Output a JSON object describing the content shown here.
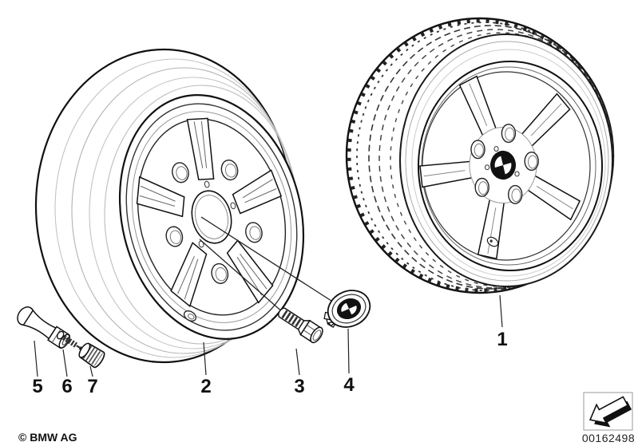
{
  "callouts": {
    "c1": "1",
    "c2": "2",
    "c3": "3",
    "c4": "4",
    "c5": "5",
    "c6": "6",
    "c7": "7"
  },
  "footer": {
    "copyright": "© BMW AG",
    "document_number": "00162498"
  },
  "icons": {
    "nav_arrow": "arrow-down-left-3d"
  },
  "colors": {
    "line": "#1a1a1a",
    "light_line": "#b5b5b5",
    "background": "#ffffff",
    "roundel_dark": "#111111"
  }
}
